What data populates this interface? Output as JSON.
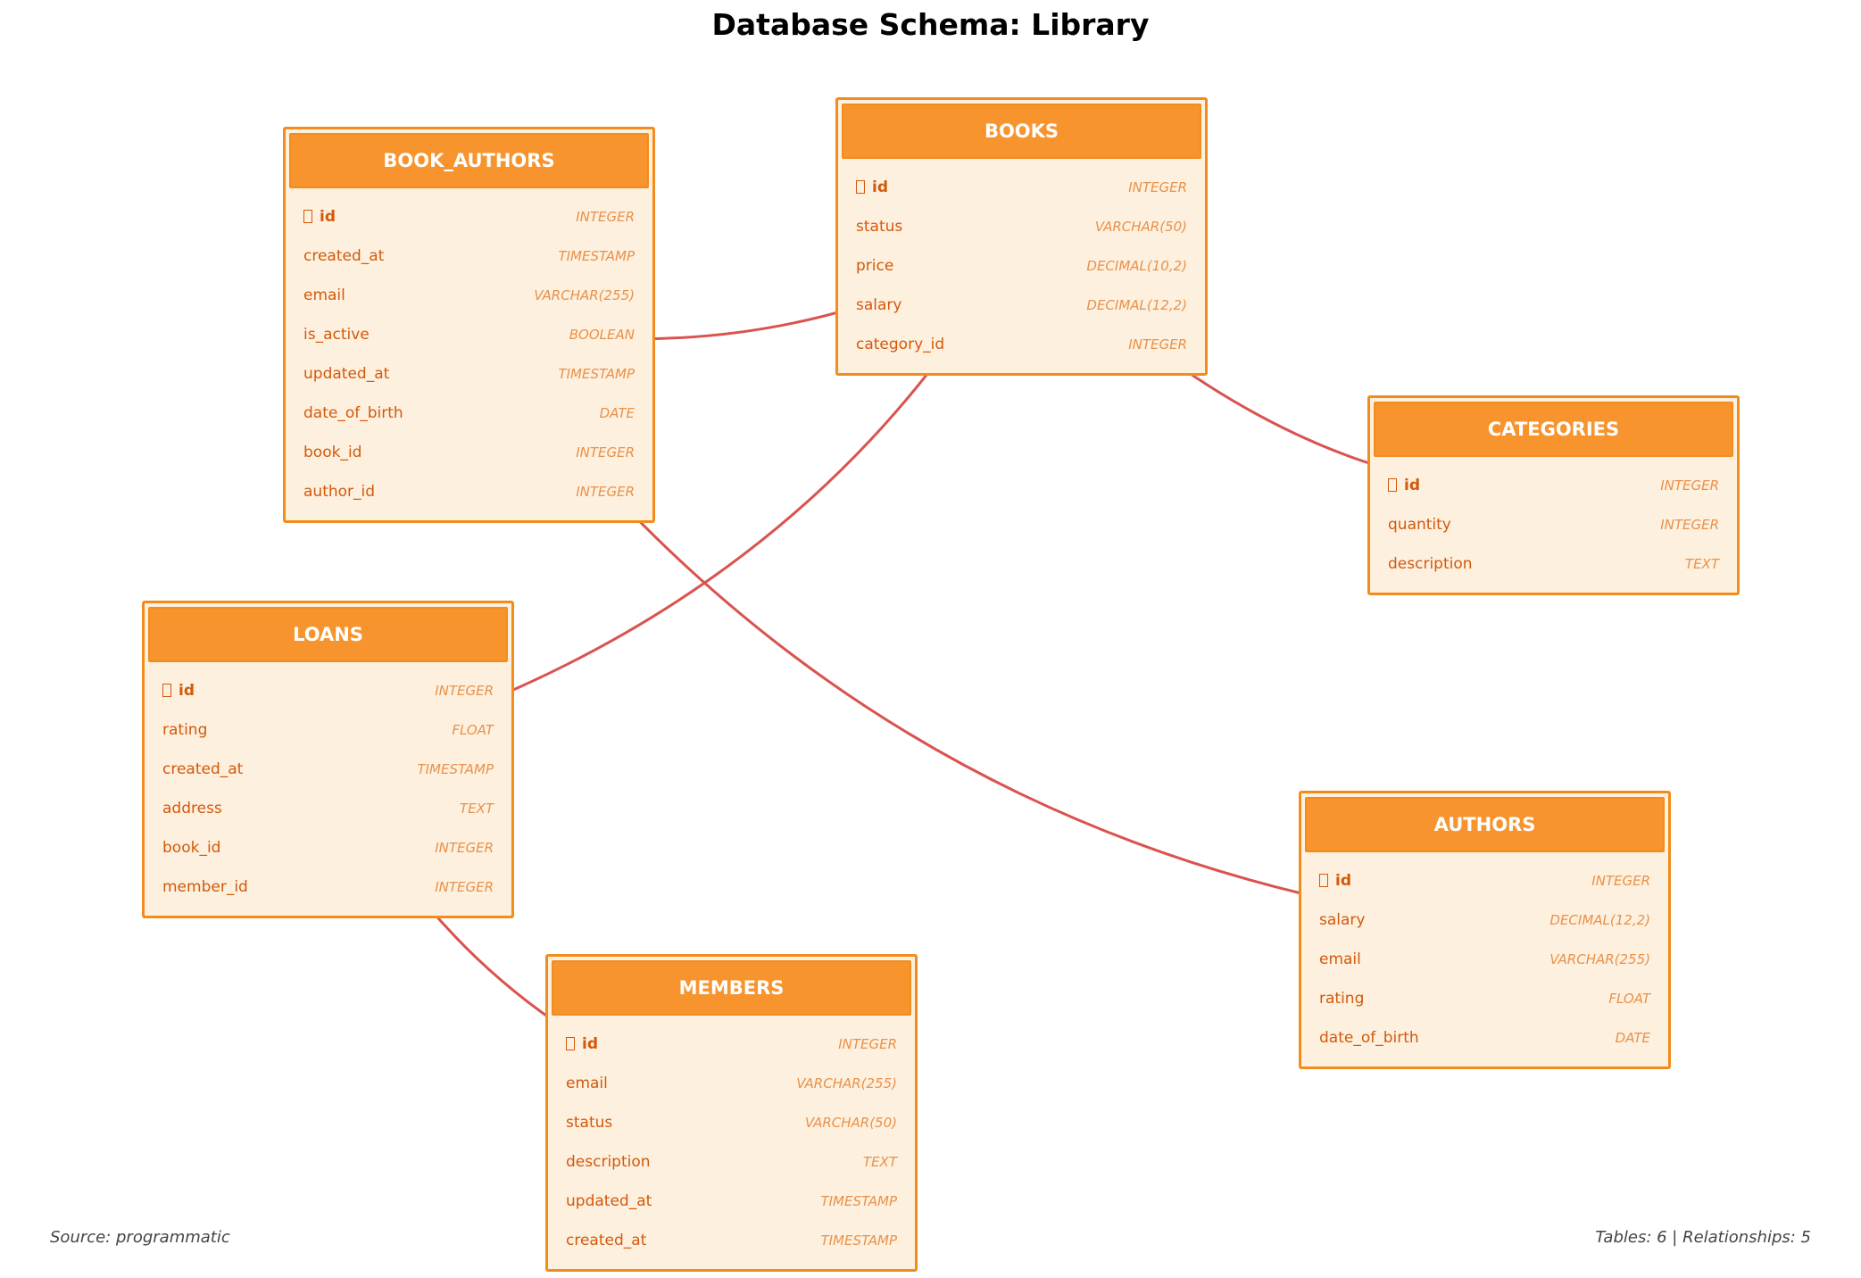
{
  "title": "Database Schema: Library",
  "footer": {
    "source": "Source: programmatic",
    "stats": "Tables: 6 | Relationships: 5"
  },
  "colors": {
    "table_fill": "#fef0de",
    "table_border": "#f28c1c",
    "header_fill": "#f7942e",
    "column_text": "#d2590c",
    "type_text": "#e8914a",
    "relationship_line": "#d9534f"
  },
  "pk_icon": "key-icon",
  "tables": [
    {
      "name": "BOOK_AUTHORS",
      "columns": [
        {
          "name": "id",
          "type": "INTEGER",
          "pk": true
        },
        {
          "name": "created_at",
          "type": "TIMESTAMP"
        },
        {
          "name": "email",
          "type": "VARCHAR(255)"
        },
        {
          "name": "is_active",
          "type": "BOOLEAN"
        },
        {
          "name": "updated_at",
          "type": "TIMESTAMP"
        },
        {
          "name": "date_of_birth",
          "type": "DATE"
        },
        {
          "name": "book_id",
          "type": "INTEGER"
        },
        {
          "name": "author_id",
          "type": "INTEGER"
        }
      ]
    },
    {
      "name": "BOOKS",
      "columns": [
        {
          "name": "id",
          "type": "INTEGER",
          "pk": true
        },
        {
          "name": "status",
          "type": "VARCHAR(50)"
        },
        {
          "name": "price",
          "type": "DECIMAL(10,2)"
        },
        {
          "name": "salary",
          "type": "DECIMAL(12,2)"
        },
        {
          "name": "category_id",
          "type": "INTEGER"
        }
      ]
    },
    {
      "name": "CATEGORIES",
      "columns": [
        {
          "name": "id",
          "type": "INTEGER",
          "pk": true
        },
        {
          "name": "quantity",
          "type": "INTEGER"
        },
        {
          "name": "description",
          "type": "TEXT"
        }
      ]
    },
    {
      "name": "LOANS",
      "columns": [
        {
          "name": "id",
          "type": "INTEGER",
          "pk": true
        },
        {
          "name": "rating",
          "type": "FLOAT"
        },
        {
          "name": "created_at",
          "type": "TIMESTAMP"
        },
        {
          "name": "address",
          "type": "TEXT"
        },
        {
          "name": "book_id",
          "type": "INTEGER"
        },
        {
          "name": "member_id",
          "type": "INTEGER"
        }
      ]
    },
    {
      "name": "AUTHORS",
      "columns": [
        {
          "name": "id",
          "type": "INTEGER",
          "pk": true
        },
        {
          "name": "salary",
          "type": "DECIMAL(12,2)"
        },
        {
          "name": "email",
          "type": "VARCHAR(255)"
        },
        {
          "name": "rating",
          "type": "FLOAT"
        },
        {
          "name": "date_of_birth",
          "type": "DATE"
        }
      ]
    },
    {
      "name": "MEMBERS",
      "columns": [
        {
          "name": "id",
          "type": "INTEGER",
          "pk": true
        },
        {
          "name": "email",
          "type": "VARCHAR(255)"
        },
        {
          "name": "status",
          "type": "VARCHAR(50)"
        },
        {
          "name": "description",
          "type": "TEXT"
        },
        {
          "name": "updated_at",
          "type": "TIMESTAMP"
        },
        {
          "name": "created_at",
          "type": "TIMESTAMP"
        }
      ]
    }
  ],
  "relationships": [
    {
      "from": "BOOK_AUTHORS",
      "to": "BOOKS"
    },
    {
      "from": "BOOK_AUTHORS",
      "to": "AUTHORS"
    },
    {
      "from": "BOOKS",
      "to": "CATEGORIES"
    },
    {
      "from": "LOANS",
      "to": "BOOKS"
    },
    {
      "from": "LOANS",
      "to": "MEMBERS"
    }
  ]
}
